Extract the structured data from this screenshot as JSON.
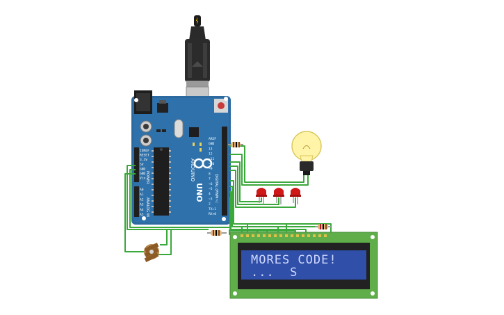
{
  "board": {
    "brand": "ARDUINO",
    "model": "UNO",
    "power_label": "POWER",
    "analog_label": "ANALOG IN",
    "digital_label": "DIGITAL (PWM~)",
    "power_pins": [
      "IOREF",
      "RESET",
      "3.3V",
      "5V",
      "GND",
      "GND",
      "Vin"
    ],
    "analog_pins": [
      "A0",
      "A1",
      "A2",
      "A3",
      "A4",
      "A5"
    ],
    "digital_pins": [
      "AREF",
      "GND",
      "13",
      "12",
      "~11",
      "~10",
      "~9",
      "8",
      "7",
      "~6",
      "~5",
      "4",
      "~3",
      "2",
      "TX▸1",
      "RX◂0"
    ],
    "leds": [
      "L",
      "TX",
      "RX"
    ]
  },
  "lcd": {
    "line1": "MORES CODE!",
    "line2": "...  S",
    "colors": {
      "pcb": "#5fae4a",
      "bezel": "#222222",
      "screen": "#2f4fa8",
      "text": "#cfd8ff"
    }
  },
  "colors": {
    "board": "#2d6aa0",
    "wire": "#3aa83a",
    "led": "#d01818",
    "bulb_glass": "#fff4a8"
  }
}
